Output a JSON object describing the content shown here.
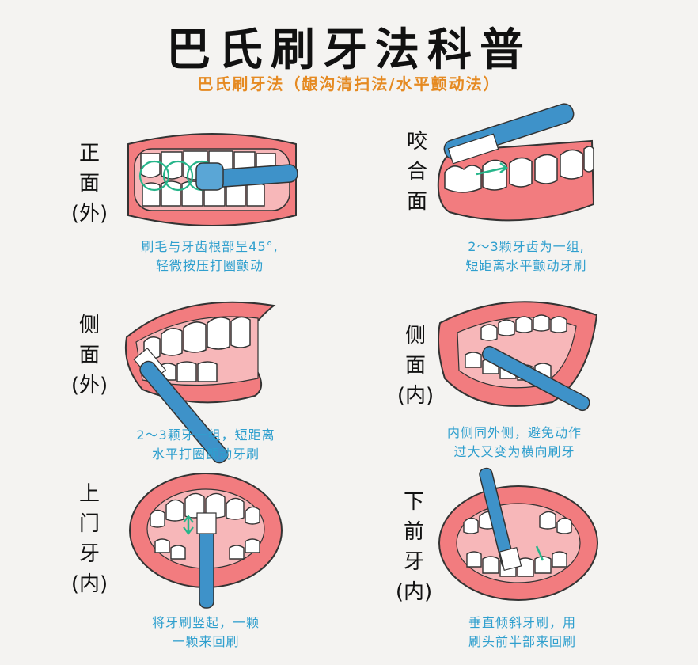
{
  "title": "巴氏刷牙法科普",
  "subtitle": "巴氏刷牙法（龈沟清扫法/水平颤动法）",
  "colors": {
    "lip": "#f27c7f",
    "gum": "#f7b7b9",
    "tooth": "#ffffff",
    "brush": "#3e92c9",
    "caption": "#2f9fce",
    "subtitle": "#e58a22",
    "motion": "#26b58a"
  },
  "panels": [
    {
      "label": [
        "正",
        "面",
        "(外)"
      ],
      "caption": [
        "刷毛与牙齿根部呈45°,",
        "轻微按压打圈颤动"
      ]
    },
    {
      "label": [
        "咬",
        "合",
        "面"
      ],
      "caption": [
        "2～3颗牙齿为一组,",
        "短距离水平颤动牙刷"
      ]
    },
    {
      "label": [
        "侧",
        "面",
        "(外)"
      ],
      "caption": [
        "2～3颗牙一组，短距离",
        "水平打圈颤动牙刷"
      ]
    },
    {
      "label": [
        "侧",
        "面",
        "(内)"
      ],
      "caption": [
        "内侧同外侧，避免动作",
        "过大又变为横向刷牙"
      ]
    },
    {
      "label": [
        "上",
        "门",
        "牙",
        "(内)"
      ],
      "caption": [
        "将牙刷竖起，一颗",
        "一颗来回刷"
      ]
    },
    {
      "label": [
        "下",
        "前",
        "牙",
        "(内)"
      ],
      "caption": [
        "垂直倾斜牙刷，用",
        "刷头前半部来回刷"
      ]
    }
  ]
}
